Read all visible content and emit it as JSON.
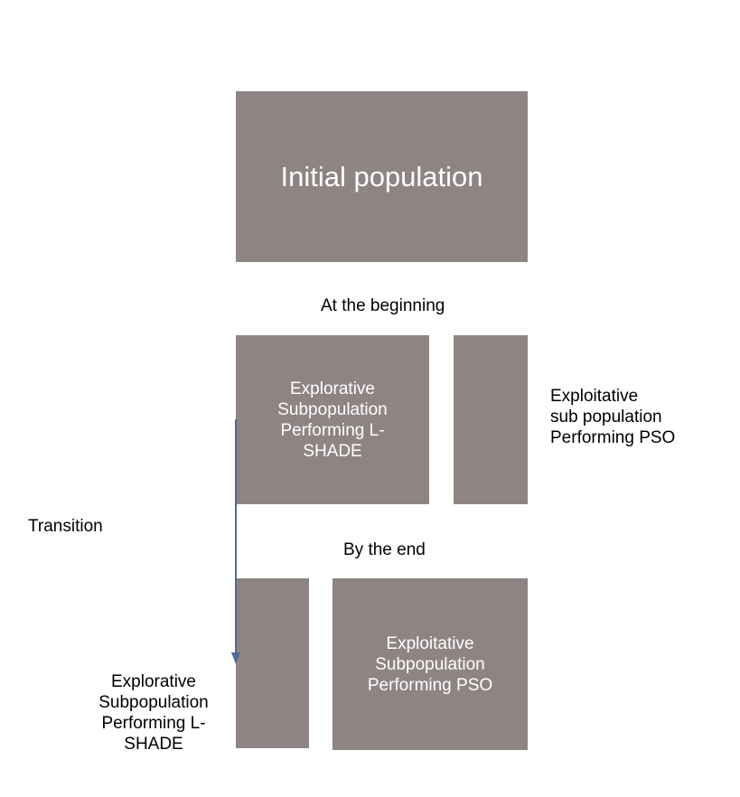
{
  "colors": {
    "box_fill": "#8f8484",
    "arrow": "#4b6b9e",
    "box_text": "#ffffff",
    "label_text": "#000000"
  },
  "initial_box": {
    "text": "Initial population"
  },
  "labels": {
    "at_beginning": "At the beginning",
    "by_end": "By the end",
    "transition": "Transition"
  },
  "stage1": {
    "explorative_box_text": "Explorative\nSubpopulation\nPerforming L-\nSHADE",
    "exploitative_side_label": "Exploitative\nsub population\nPerforming PSO"
  },
  "stage2": {
    "exploitative_box_text": "Exploitative\nSubpopulation\nPerforming PSO",
    "explorative_side_label": "Explorative\nSubpopulation\nPerforming L-\nSHADE"
  }
}
